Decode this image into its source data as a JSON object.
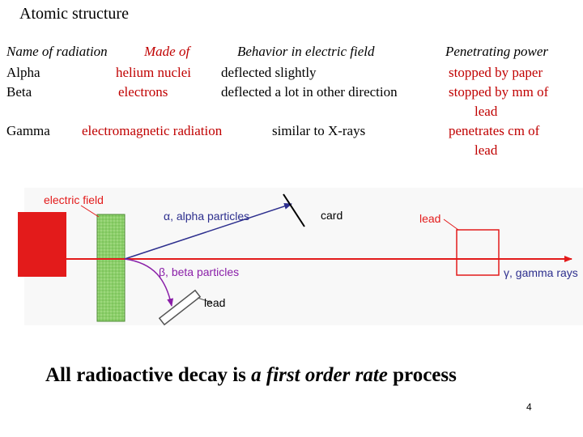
{
  "slide": {
    "title": "Atomic structure",
    "page_number": "4"
  },
  "table": {
    "headers": {
      "name": "Name of radiation",
      "made_of": "Made of",
      "behavior": "Behavior in electric field",
      "penetrating": "Penetrating power"
    },
    "rows": [
      {
        "name": "Alpha",
        "made_of": "helium nuclei",
        "behavior": "deflected slightly",
        "penetrating": [
          "stopped by paper"
        ]
      },
      {
        "name": "Beta",
        "made_of": "electrons",
        "behavior": "deflected a lot in other direction",
        "penetrating": [
          "stopped by mm of",
          "lead"
        ]
      },
      {
        "name": "Gamma",
        "made_of": "electromagnetic radiation",
        "behavior": "similar to X-rays",
        "penetrating": [
          "penetrates cm of",
          "lead"
        ]
      }
    ]
  },
  "diagram": {
    "electric_field_label": "electric field",
    "alpha_label": "α, alpha particles",
    "card_label": "card",
    "lead_top_label": "lead",
    "gamma_label": "γ, gamma rays",
    "beta_label": "β, beta particles",
    "lead_bottom_label": "lead",
    "colors": {
      "source": "#e31b1b",
      "field_plate": "#8ccf6a",
      "alpha": "#2d2f8e",
      "beta": "#8a1fa8",
      "gamma": "#e31b1b",
      "label_red": "#e31b1b"
    }
  },
  "footer": {
    "text_before": "All radioactive decay is ",
    "text_italic": "a first order rate",
    "text_after": " process"
  }
}
